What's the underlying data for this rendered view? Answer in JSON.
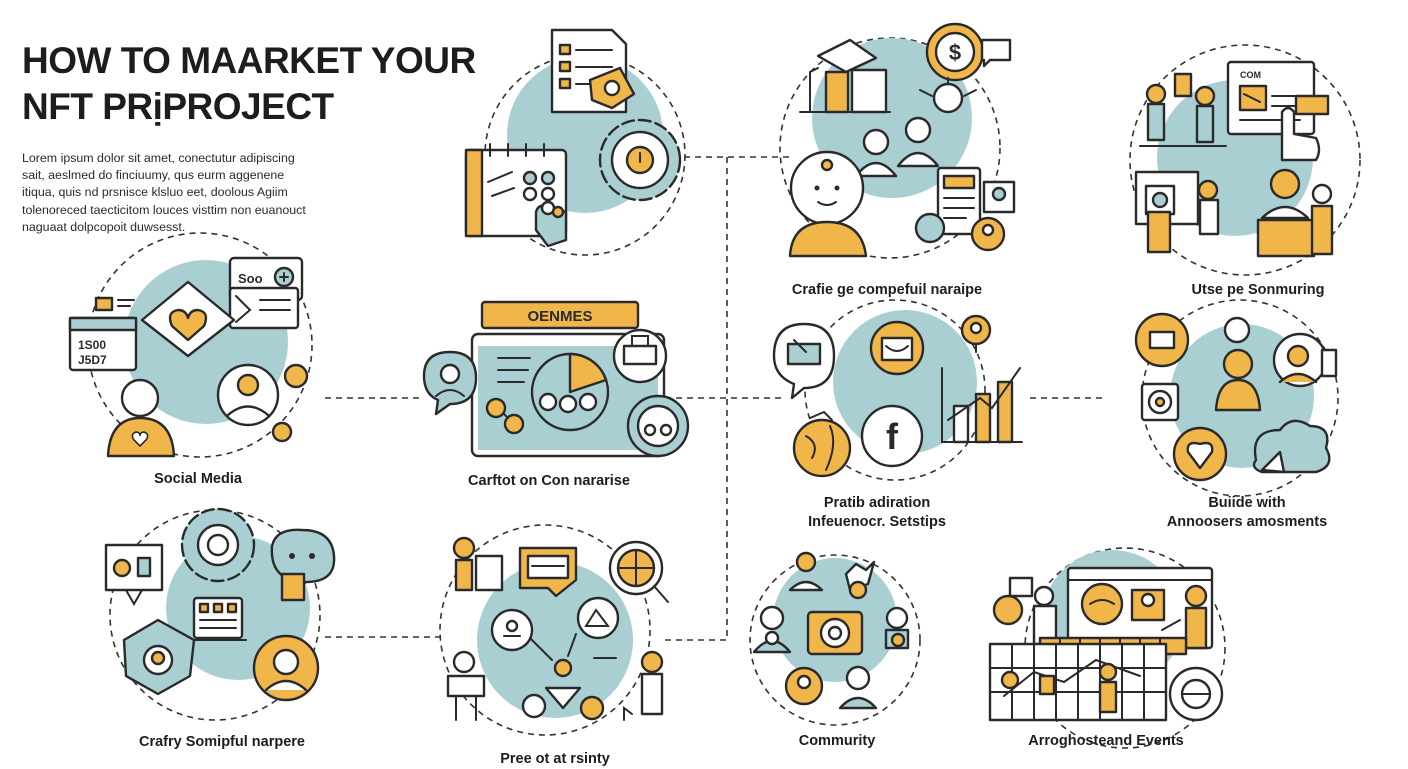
{
  "title_lines": [
    "HOW TO MAARKET YOUR",
    "NFT PRịPROJECT"
  ],
  "intro_lines": [
    "Lorem ipsum dolor sit amet, conectutur adipiscing",
    "sait, aeslmed do finciuumy, qus eurm aggenene",
    "itiqua, quis nd prsnisce klsluo eet, doolous Agiim",
    "tolenoreced taecticitom louces visttim non euanouct",
    "naguaat dolpcopoit duwsesst."
  ],
  "captions": {
    "social_media": "Social Media",
    "content_narrative": "Carftot on Con nararise",
    "compelling_narrative": "Crafie ge compefuil naraipe",
    "use_sponsoring": "Utse pe Sonmuring",
    "influencer": [
      "Pratib adiration",
      "Infeuenocr. Setstips"
    ],
    "build_with": [
      "Buiide with",
      "Annoosers amosments"
    ],
    "crafty": "Crafry Somipful narpere",
    "pree": "Pree ot at rsinty",
    "community": "Commurity",
    "events": "Arroghosteand Events"
  },
  "badges": {
    "oenmes": "OENMES",
    "soo": "Soo",
    "com": "COM",
    "cal_row1": "1S00",
    "cal_row2": "J5D7",
    "fb": "f"
  },
  "colors": {
    "teal": "#a9cfd3",
    "orange": "#f0b64a",
    "stroke": "#2a2a2a"
  }
}
